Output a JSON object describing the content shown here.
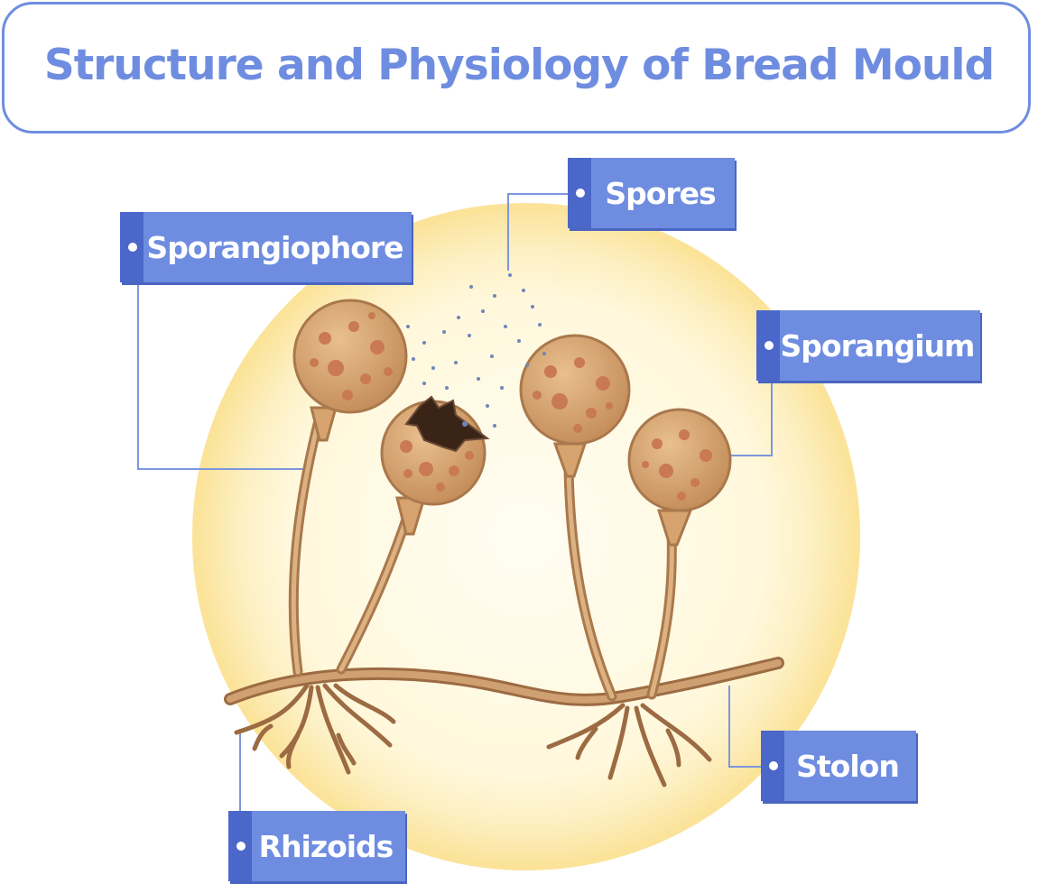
{
  "title": "Structure and Physiology of Bread Mould",
  "labels": {
    "sporangiophore": "Sporangiophore",
    "spores": "Spores",
    "sporangium": "Sporangium",
    "stolon": "Stolon",
    "rhizoids": "Rhizoids"
  },
  "colors": {
    "accent": "#6f8de0",
    "label_tab": "#4b67c9",
    "background_disc": "#fde9a8",
    "sporangium_fill": "#d7a36e",
    "stalk": "#c99663"
  }
}
